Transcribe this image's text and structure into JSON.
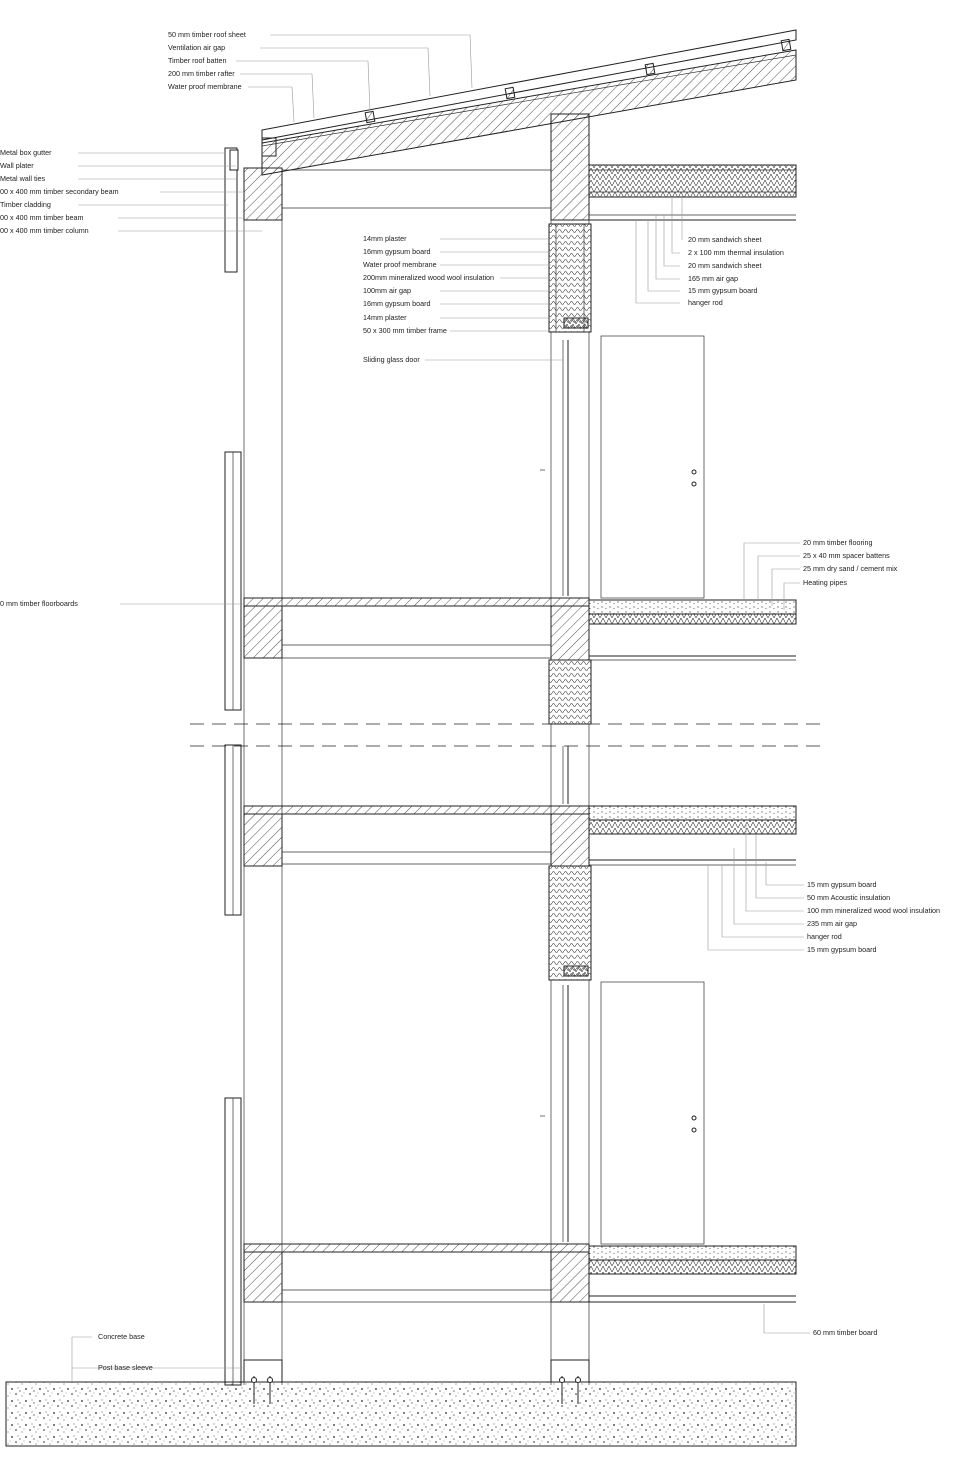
{
  "labels_left": {
    "roof_sheet": "50 mm timber roof sheet",
    "ventilation_gap": "Ventilation air gap",
    "roof_batten": "Timber roof batten",
    "rafter": "200 mm timber rafter",
    "membrane": "Water proof membrane",
    "gutter": "Metal box gutter",
    "wall_plater": "Wall plater",
    "wall_ties": "Metal wall ties",
    "secondary_beam": "00 x 400 mm timber secondary beam",
    "cladding": "Timber cladding",
    "timber_beam": "00 x 400 mm timber beam",
    "timber_column": "00 x 400 mm timber column",
    "floorboards": "0 mm timber floorboards",
    "concrete_base": "Concrete base",
    "post_sleeve": "Post base sleeve"
  },
  "labels_wall": {
    "plaster_1": "14mm plaster",
    "gypsum_1": "16mm gypsum board",
    "membrane": "Water proof membrane",
    "wool": "200mm mineralized wood wool insulation",
    "air_gap": "100mm air gap",
    "gypsum_2": "16mm gypsum board",
    "plaster_2": "14mm plaster",
    "frame": "50 x 300 mm timber frame",
    "door": "Sliding glass door"
  },
  "labels_roof_right": {
    "sandwich_1": "20 mm sandwich sheet",
    "thermal": "2 x 100 mm thermal insulation",
    "sandwich_2": "20 mm sandwich sheet",
    "air_gap": "165 mm air gap",
    "gypsum": "15 mm gypsum board",
    "hanger": "hanger rod"
  },
  "labels_floor_right": {
    "flooring": "20 mm timber flooring",
    "battens": "25 x 40 mm spacer battens",
    "sand": "25 mm dry sand / cement mix",
    "pipes": "Heating pipes"
  },
  "labels_ceiling_right": {
    "gypsum_1": "15 mm gypsum board",
    "acoustic": "50 mm Acoustic insulation",
    "wool": "100 mm mineralized wood wool insulation",
    "air_gap": "235 mm air gap",
    "hanger": "hanger rod",
    "gypsum_2": "15 mm gypsum board"
  },
  "labels_bottom_right": {
    "board": "60 mm timber board"
  }
}
